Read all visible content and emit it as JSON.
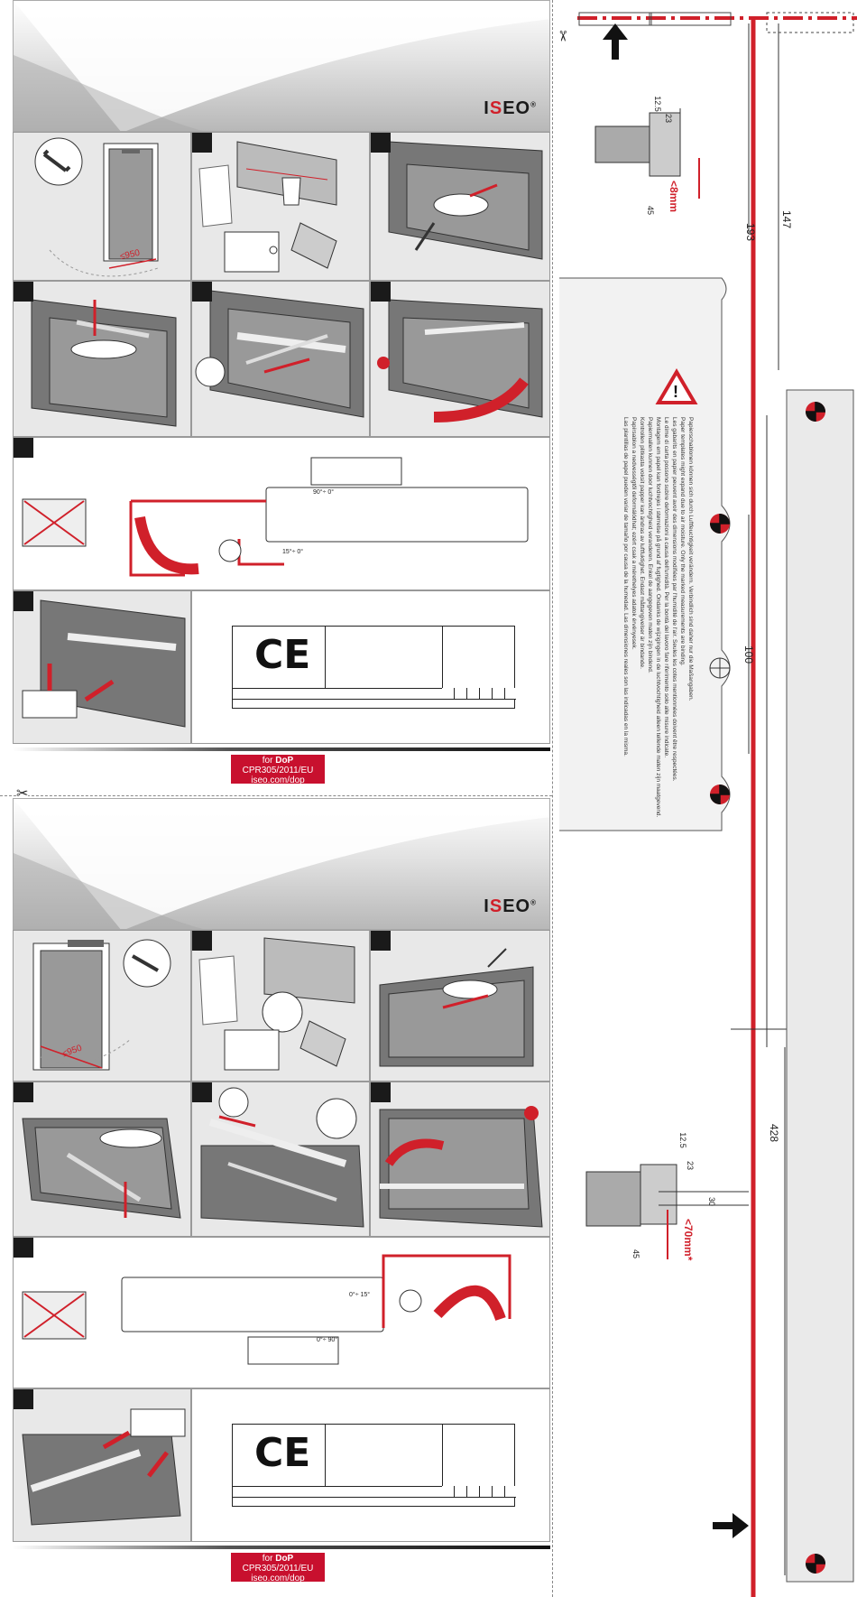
{
  "brand": {
    "logo_prefix": "I",
    "logo_red": "S",
    "logo_rest": "EO",
    "registered": "®"
  },
  "colors": {
    "accent": "#d0202a",
    "panel": "#e8e8e8",
    "dark": "#1a1a1a"
  },
  "top_leaflet": {
    "door_width_label": "≤950",
    "angle_label_a": "90°÷ 0°",
    "angle_label_b": "15°÷ 0°",
    "dop": {
      "for": "for",
      "dop": "DoP",
      "reg": "CPR305/2011/EU",
      "url": "iseo.com/dop"
    }
  },
  "bottom_leaflet": {
    "door_width_label": "≤950",
    "angle_label_a": "0°÷ 15°",
    "angle_label_b": "0°÷ 90°",
    "dop": {
      "for": "for",
      "dop": "DoP",
      "reg": "CPR305/2011/EU",
      "url": "iseo.com/dop"
    }
  },
  "ce_mark": "CE",
  "template": {
    "dim_12_5_top": "12.5",
    "dim_23_top": "23",
    "dim_45_top": "45",
    "gap_top": "<8mm",
    "dim_193": "193",
    "dim_147": "147",
    "dim_100": "100",
    "dim_428": "428",
    "dim_12_5_bot": "12.5",
    "dim_23_bot": "23",
    "dim_45_bot": "45",
    "dim_30_bot": "30",
    "gap_bot": "<70mm*",
    "notice_lines": [
      "Papierschablonen können sich durch Luftfeuchtigkeit verändern. Verbindlich sind daher nur die Maßangaben.",
      "Paper templates might expand due to air moisture. Only the marked measurements are binding.",
      "Les gabarits en papier peuvent avoir des dimensions modifiées par l'humidité de l'air. Seules les cotes mentionnées doivent être respectées.",
      "Le dime di carta possono subire deformazioni a causa dell'umidità. Per la bontà del lavoro fare riferimento solo alle misure indicate.",
      "Montagem em papel kan fordrejes i størrelse på grund af fugtighed. Ondanks de wijzigingen in de luchtvochtigheid alleen tellende maten zijn maatgevend.",
      "Papiermallen kunnen door luchtvochtigheid veranderen. Enkel de aangegeven maten zijn bindend.",
      "Kontrollen plitkasta voksit papper kan ändras av luftfuktighet. Endast måttangivelser är bindande.",
      "Papírsablon a nedvességtől deformálódhat; ezért csak a mérethelyes adatok érvényesek.",
      "Las plantillas de papel pueden variar de tamaño por causa de la humedad. Las dimensiones reales son las indicadas en la misma."
    ]
  }
}
